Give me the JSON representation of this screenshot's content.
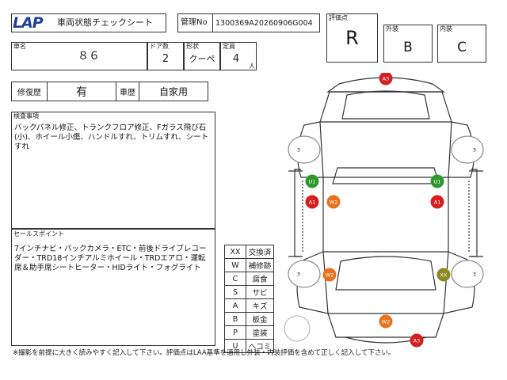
{
  "header": {
    "logo_text": "LAP",
    "sheet_title": "車両状態チェックシート",
    "mgmt_label": "管理No",
    "mgmt_value": "1300369A20260906G004"
  },
  "grades": {
    "score_label": "評価点",
    "score_value": "R",
    "exterior_label": "外装",
    "exterior_value": "B",
    "interior_label": "内装",
    "interior_value": "C"
  },
  "vehicle": {
    "name_label": "車名",
    "name_value": "８６",
    "doors_label": "ドア数",
    "doors_value": "2",
    "body_label": "形状",
    "body_value": "クーペ",
    "capacity_label": "定員",
    "capacity_value": "4",
    "capacity_unit": "人",
    "repair_label": "修復歴",
    "repair_value": "有",
    "usage_label": "車歴",
    "usage_value": "自家用"
  },
  "inspection": {
    "label": "検査事項",
    "text": "バックパネル修正、トランクフロア修正、Fガラス飛び石(小)、ホイール小傷、ハンドルすれ、トリムすれ、シートすれ"
  },
  "sales_points": {
    "label": "セールスポイント",
    "text": "7インチナビ・バックカメラ・ETC・前後ドライブレコーダー・TRD18インチアルミホイール・TRDエアロ・運転席＆助手席シートヒーター・HIDライト・フォグライト"
  },
  "legend": [
    {
      "code": "XX",
      "desc": "交換済"
    },
    {
      "code": "W",
      "desc": "補修跡"
    },
    {
      "code": "C",
      "desc": "腐食"
    },
    {
      "code": "S",
      "desc": "サビ"
    },
    {
      "code": "A",
      "desc": "キズ"
    },
    {
      "code": "B",
      "desc": "板金"
    },
    {
      "code": "P",
      "desc": "塗装"
    },
    {
      "code": "U",
      "desc": "ヘコミ"
    }
  ],
  "footer_note": "※撮影を前提に大きく読みやすく記入して下さい。評価点はLAA基準を適用し外装・内装評価を含めて正しく記入して下さい。",
  "damage_markers": [
    {
      "code": "A3",
      "area": "front-bumper",
      "color": "#d42020"
    },
    {
      "code": "3",
      "area": "front-left-tire",
      "color": "#ffffff"
    },
    {
      "code": "3",
      "area": "front-right-tire",
      "color": "#ffffff"
    },
    {
      "code": "U1",
      "area": "left-fender",
      "color": "#2e9a2e"
    },
    {
      "code": "U1",
      "area": "right-fender",
      "color": "#2e9a2e"
    },
    {
      "code": "A1",
      "area": "left-door",
      "color": "#d42020"
    },
    {
      "code": "W2",
      "area": "left-door-rear",
      "color": "#e8721e"
    },
    {
      "code": "A1",
      "area": "right-door",
      "color": "#d42020"
    },
    {
      "code": "3",
      "area": "rear-left-tire",
      "color": "#ffffff"
    },
    {
      "code": "W2",
      "area": "left-quarter",
      "color": "#e8721e"
    },
    {
      "code": "XX",
      "area": "right-quarter",
      "color": "#8a8a1e"
    },
    {
      "code": "3",
      "area": "rear-right-tire",
      "color": "#ffffff"
    },
    {
      "code": "W2",
      "area": "trunk",
      "color": "#e8721e"
    },
    {
      "code": "A3",
      "area": "rear-bumper",
      "color": "#d42020"
    }
  ]
}
